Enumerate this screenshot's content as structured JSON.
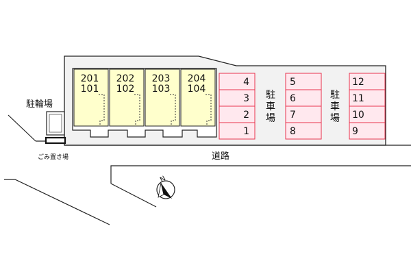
{
  "buildings": [
    {
      "upper": "201",
      "lower": "101"
    },
    {
      "upper": "202",
      "lower": "102"
    },
    {
      "upper": "203",
      "lower": "103"
    },
    {
      "upper": "204",
      "lower": "104"
    }
  ],
  "parking_label": [
    "駐",
    "車",
    "場"
  ],
  "parking_columns": [
    [
      "4",
      "3",
      "2",
      "1"
    ],
    [
      "5",
      "6",
      "7",
      "8"
    ],
    [
      "12",
      "11",
      "10",
      "9"
    ]
  ],
  "bicycle_parking_label": "駐輪場",
  "garbage_area_label": "ごみ置き場",
  "road_label": "道路",
  "compass_label": "N",
  "colors": {
    "unit_fill": "#ffffcc",
    "parking_fill": "#ffe8ee",
    "parking_stroke": "#e8344e",
    "site_fill": "#f2f2f2",
    "line": "#222222"
  }
}
